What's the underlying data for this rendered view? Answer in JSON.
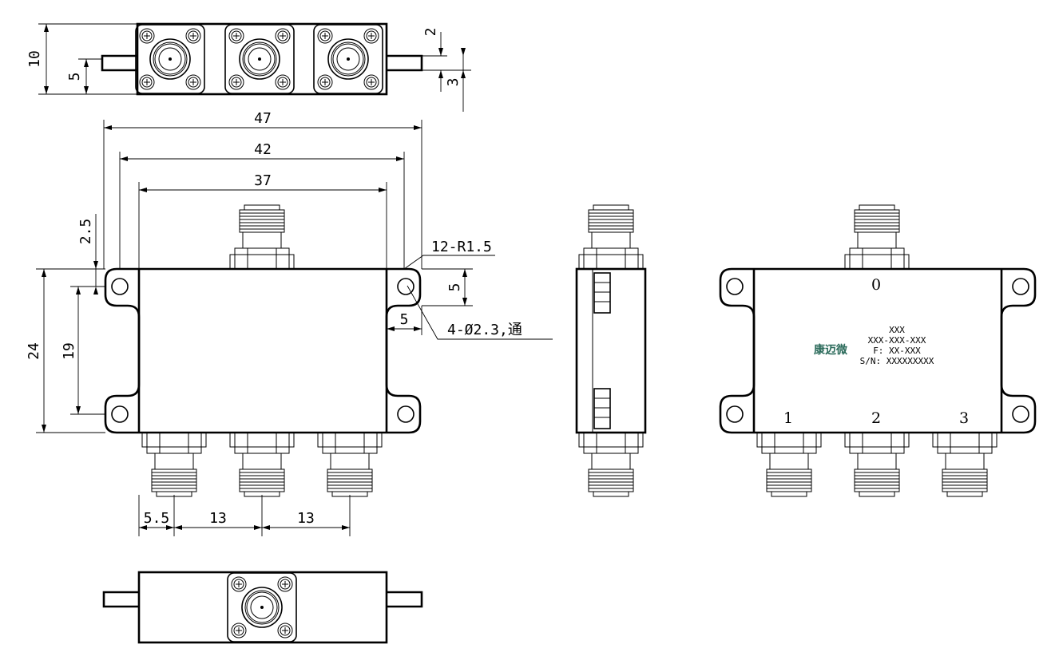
{
  "dimensions": {
    "top_height": "10",
    "top_half": "5",
    "top_offset": "2",
    "top_tab": "3",
    "overall_width": "47",
    "hole_pitch": "42",
    "body_width": "37",
    "tab_top": "2.5",
    "body_height": "24",
    "hole_vertical": "19",
    "corner_radius": "12-R1.5",
    "tab_right_height": "5",
    "tab_right_width": "5",
    "hole_spec": "4-Ø2.3,通",
    "port_offset": "5.5",
    "port_pitch_1": "13",
    "port_pitch_2": "13"
  },
  "ports": {
    "input": "0",
    "out1": "1",
    "out2": "2",
    "out3": "3"
  },
  "label": {
    "brand": "康迈微",
    "line1": "XXX",
    "line2": "XXX-XXX-XXX",
    "line3": "F: XX-XXX",
    "line4": "S/N: XXXXXXXXX"
  }
}
